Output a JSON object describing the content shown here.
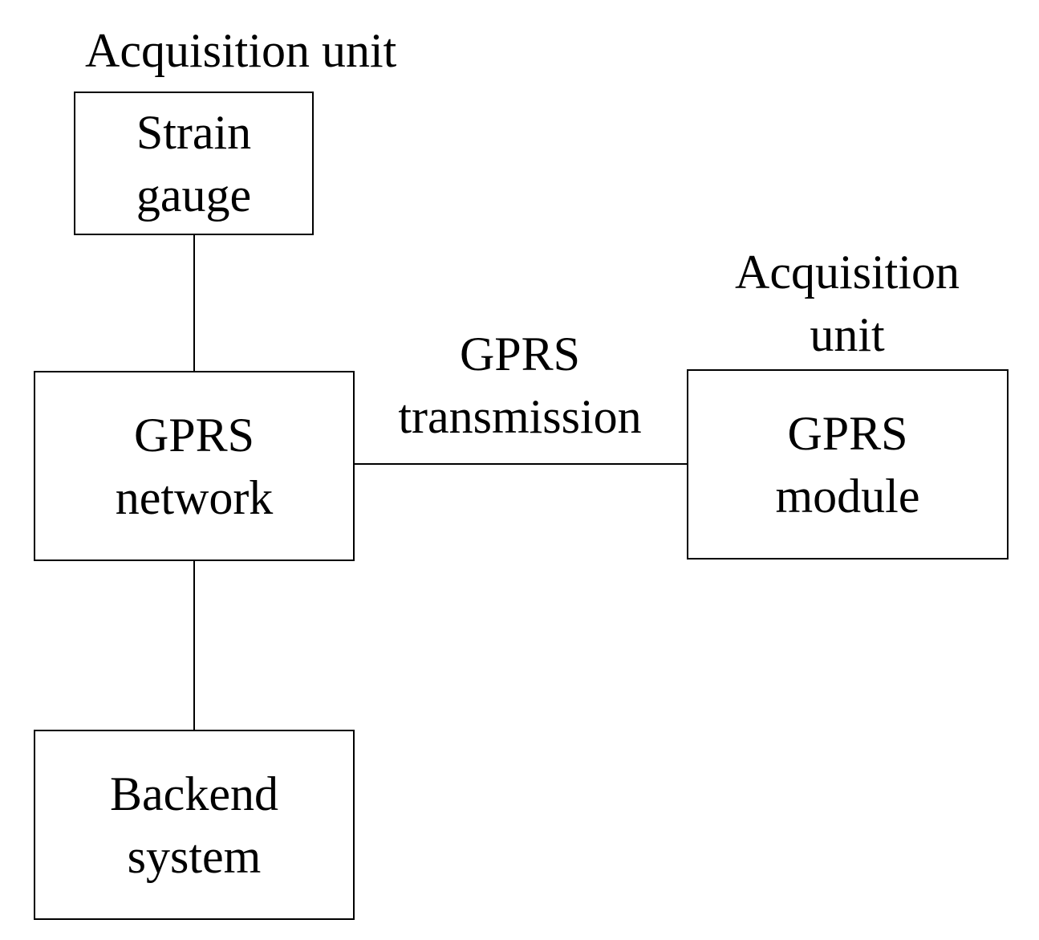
{
  "diagram": {
    "top_group_label": "Acquisition unit",
    "right_group_label": {
      "line1": "Acquisition",
      "line2": "unit"
    },
    "link_label": {
      "line1": "GPRS",
      "line2": "transmission"
    },
    "nodes": {
      "strain_gauge": {
        "line1": "Strain",
        "line2": "gauge"
      },
      "gprs_network": {
        "line1": "GPRS",
        "line2": "network"
      },
      "gprs_module": {
        "line1": "GPRS",
        "line2": "module"
      },
      "backend_system": {
        "line1": "Backend",
        "line2": "system"
      }
    }
  }
}
